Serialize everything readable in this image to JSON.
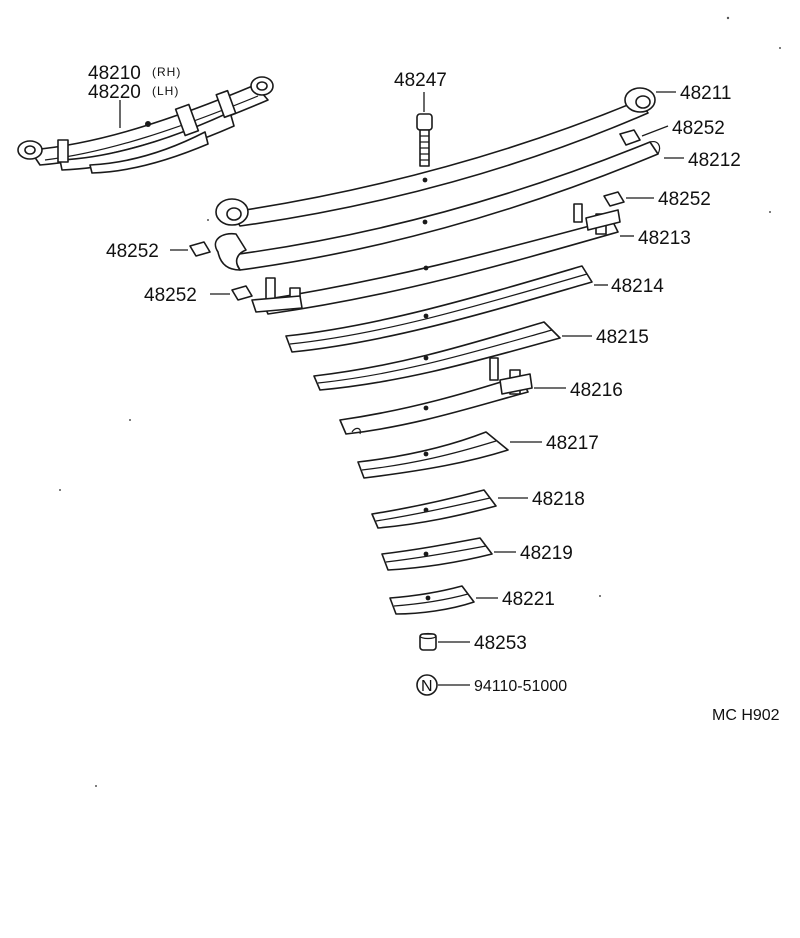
{
  "assembly": {
    "part_rh": "48210",
    "side_rh": "(RH)",
    "part_lh": "48220",
    "side_lh": "(LH)"
  },
  "labels": {
    "p48247": "48247",
    "p48211": "48211",
    "p48252_a": "48252",
    "p48212": "48212",
    "p48252_b": "48252",
    "p48252_c": "48252",
    "p48213": "48213",
    "p48252_d": "48252",
    "p48214": "48214",
    "p48215": "48215",
    "p48216": "48216",
    "p48217": "48217",
    "p48218": "48218",
    "p48219": "48219",
    "p48221": "48221",
    "p48253": "48253",
    "nut_symbol": "N",
    "nut_part": "94110-51000"
  },
  "diagram_code": "MC  H902"
}
